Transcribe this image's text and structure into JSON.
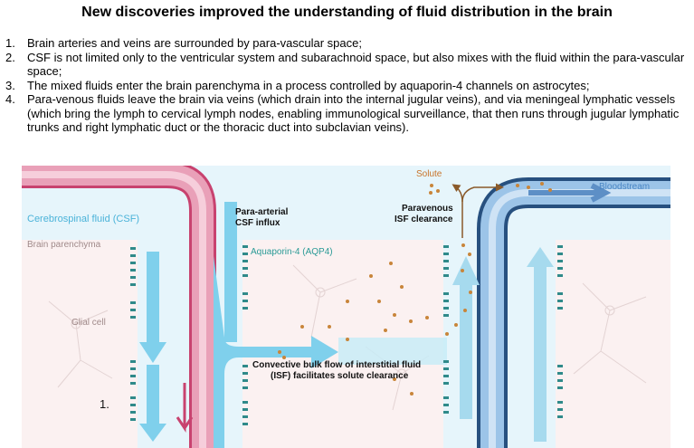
{
  "title": "New discoveries improved the understanding of fluid distribution in the brain",
  "points": [
    {
      "num": "1.",
      "text": "Brain arteries and veins are surrounded by para-vascular space;"
    },
    {
      "num": "2.",
      "text": "CSF is not limited only to the ventricular system and subarachnoid space, but also mixes with the fluid within the para-vascular space;"
    },
    {
      "num": "3.",
      "text": "The mixed fluids enter the brain parenchyma in a process controlled by aquaporin-4 channels on astrocytes;"
    },
    {
      "num": "4.",
      "text": "Para-venous fluids leave the brain via veins (which drain into the internal jugular veins), and via  meningeal lymphatic vessels (which bring the lymph to cervical lymph nodes, enabling immunological surveillance, that then runs through  jugular lymphatic trunks and right lymphatic duct or the thoracic duct into subclavian veins)."
    }
  ],
  "diagram": {
    "labels": {
      "csf": "Cerebrospinal fluid (CSF)",
      "parenchyma": "Brain parenchyma",
      "glial": "Glial cell",
      "para_arterial_1": "Para-arterial",
      "para_arterial_2": "CSF influx",
      "aqp4": "Aquaporin-4 (AQP4)",
      "solute": "Solute",
      "paravenous_1": "Paravenous",
      "paravenous_2": "ISF clearance",
      "bloodstream": "Bloodstream",
      "convective_1": "Convective bulk flow of interstitial fluid",
      "convective_2": "(ISF) facilitates solute clearance",
      "marker": "1."
    },
    "colors": {
      "artery": "#e9a0b8",
      "artery_dark": "#c8426f",
      "vein": "#9cc4e8",
      "vein_dark": "#27507f",
      "csf": "#d7f0fa",
      "flow_arrow": "#7fd0ec",
      "solute": "#c8853a",
      "aqp4": "#2f8a8a",
      "csf_text": "#4bb3d9",
      "bloodstream_text": "#4a86c4",
      "aqp4_text": "#2a9a96",
      "parenchyma_text": "#a08a8a",
      "solute_text": "#c8742a"
    }
  }
}
